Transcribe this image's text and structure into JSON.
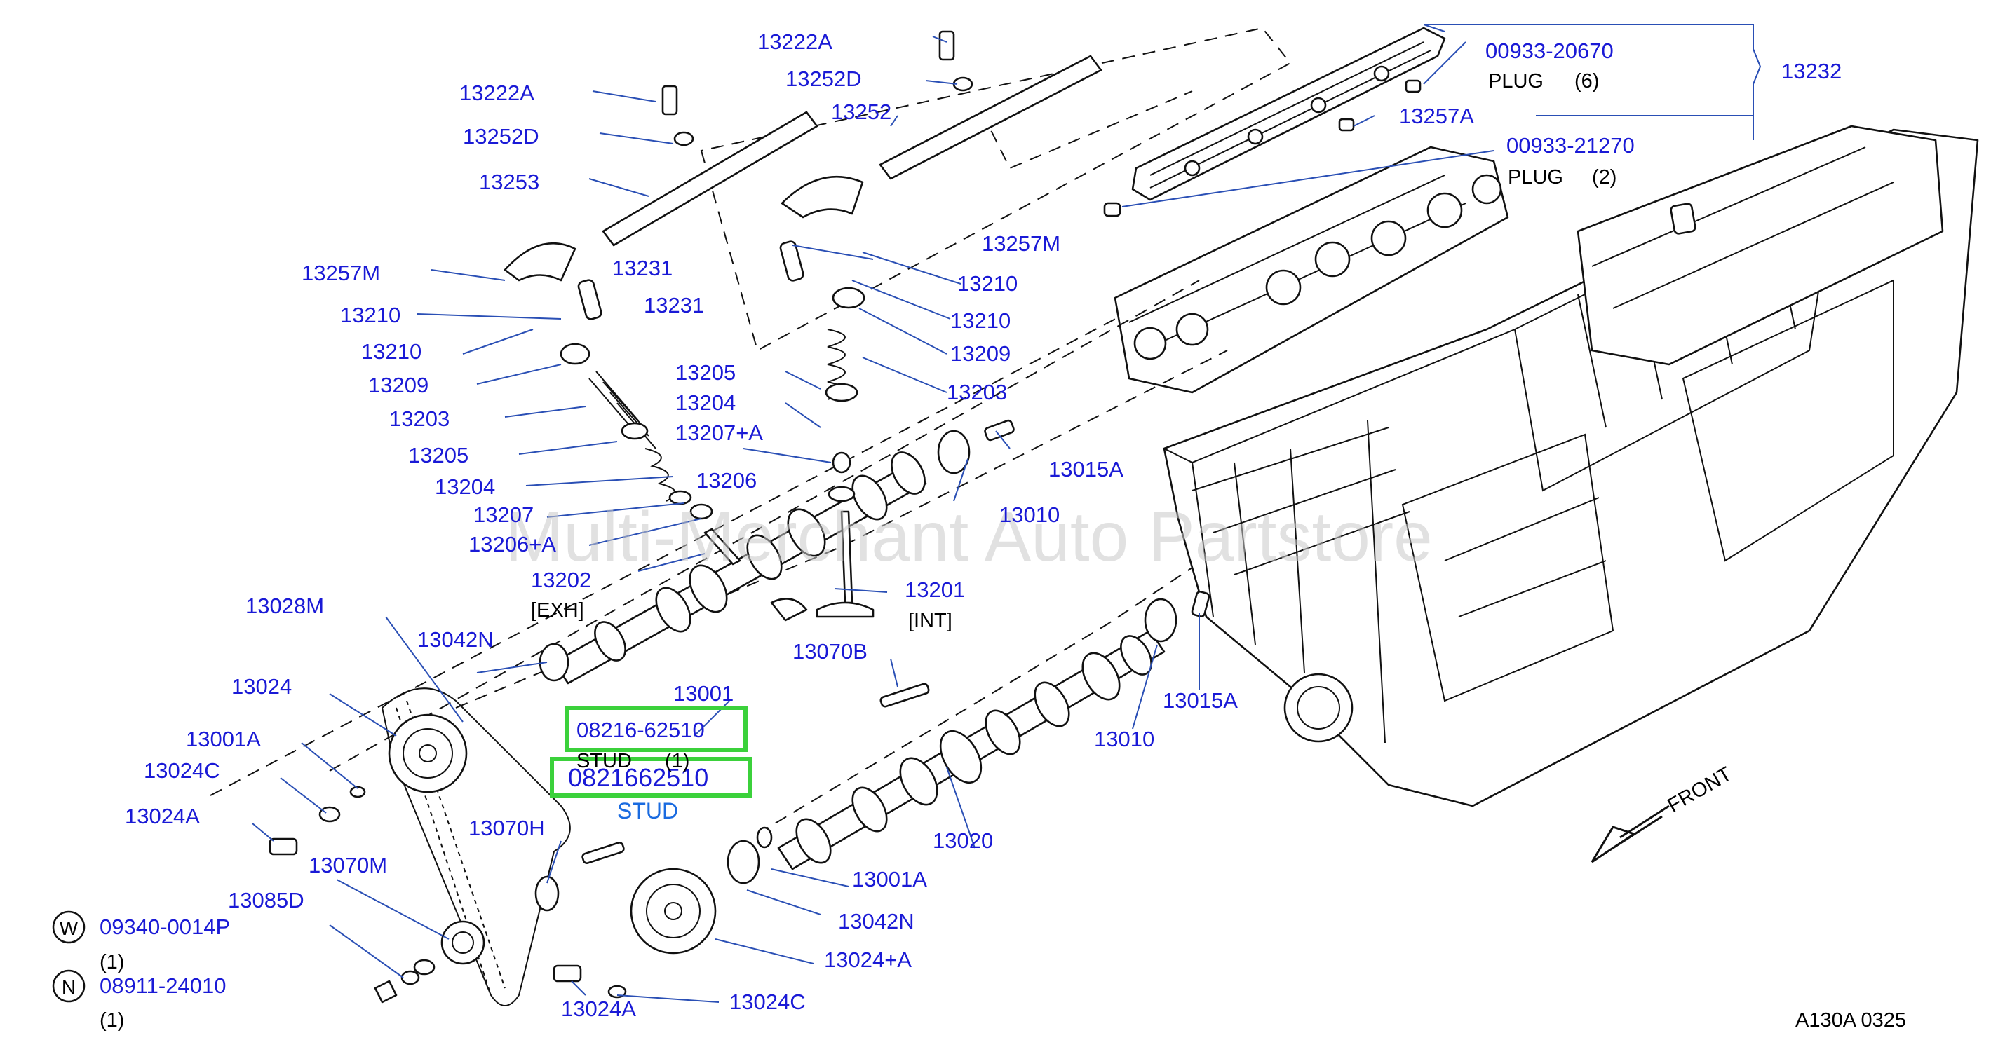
{
  "watermark": "Multi-Merchant Auto Partstore",
  "diagram_code": "A130A   0325",
  "front_label": "FRONT",
  "labels": {
    "l13222A_1": "13222A",
    "l13252D_1": "13252D",
    "l13252": "13252",
    "l13222A_2": "13222A",
    "l13252D_2": "13252D",
    "l13253": "13253",
    "l13257M_1": "13257M",
    "l13231_1": "13231",
    "l13231_2": "13231",
    "l13257M_2": "13257M",
    "l13210_1": "13210",
    "l13210_2": "13210",
    "l13210_3": "13210",
    "l13210_4": "13210",
    "l13209_1": "13209",
    "l13209_2": "13209",
    "l13203_1": "13203",
    "l13203_2": "13203",
    "l13205_1": "13205",
    "l13205_2": "13205",
    "l13204_1": "13204",
    "l13204_2": "13204",
    "l13207": "13207",
    "l13207A": "13207+A",
    "l13206": "13206",
    "l13206A": "13206+A",
    "l13202": "13202",
    "l13201": "13201",
    "l13028M": "13028M",
    "l13042N_1": "13042N",
    "l13042N_2": "13042N",
    "l13024": "13024",
    "l13001": "13001",
    "l13001A_1": "13001A",
    "l13001A_2": "13001A",
    "l13024C_1": "13024C",
    "l13024C_2": "13024C",
    "l13024A_1": "13024A",
    "l13024A_2": "13024A",
    "l13024pA": "13024+A",
    "l13070H": "13070H",
    "l13070M": "13070M",
    "l13085D": "13085D",
    "l13070B": "13070B",
    "l13020": "13020",
    "l13010_1": "13010",
    "l13010_2": "13010",
    "l13015A_1": "13015A",
    "l13015A_2": "13015A",
    "l13257A": "13257A",
    "l13232": "13232",
    "l00933_20670": "00933-20670",
    "l00933_21270": "00933-21270",
    "l08216_62510": "08216-62510",
    "l0821662510": "0821662510",
    "l09340": "09340-0014P",
    "l08911": "08911-24010",
    "stud_1": "STUD",
    "stud_2": "STUD"
  },
  "notes": {
    "exh": "[EXH]",
    "int": "[INT]",
    "plug6": "PLUG",
    "plug6_qty": "(6)",
    "plug2": "PLUG",
    "plug2_qty": "(2)",
    "stud_qty": "(1)",
    "w_qty": "(1)",
    "n_qty": "(1)"
  },
  "markers": {
    "w": "W",
    "n": "N"
  }
}
